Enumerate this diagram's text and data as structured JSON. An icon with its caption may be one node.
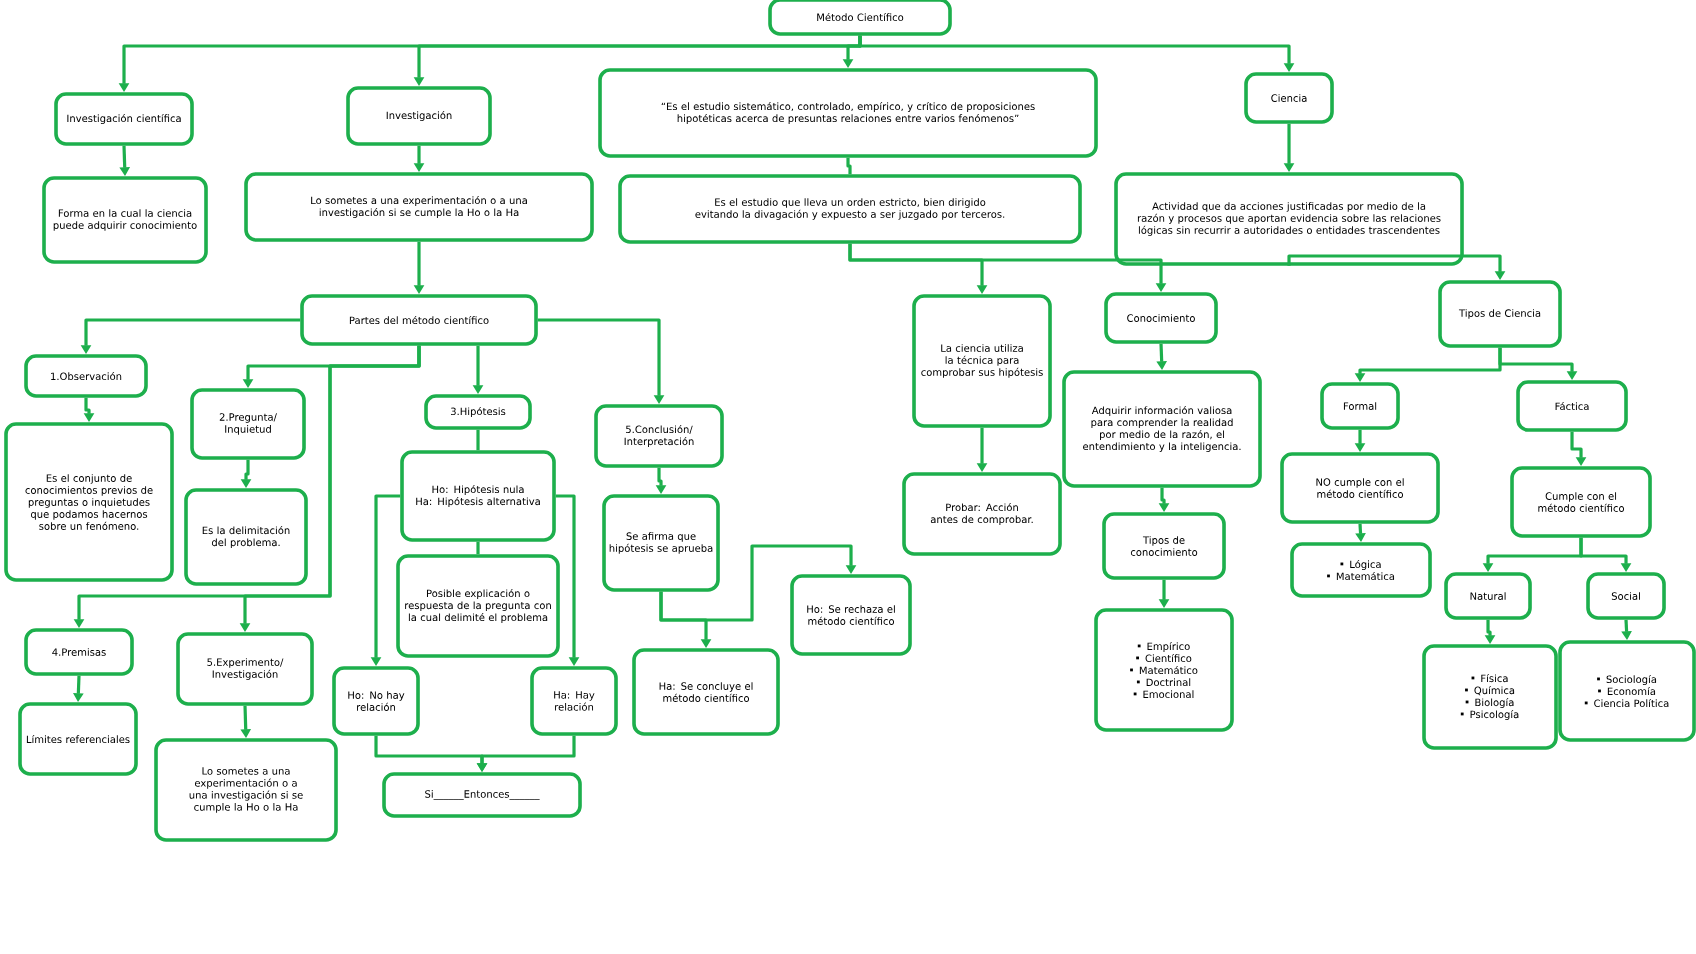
{
  "diagram": {
    "nodes": [
      {
        "text": [
          "Método Científico"
        ]
      },
      {
        "text": [
          "Investigación científica"
        ]
      },
      {
        "text": [
          "Forma en la cual la ciencia puede adquirir conocimiento"
        ]
      },
      {
        "text": [
          "Investigación"
        ]
      },
      {
        "text": [
          "Lo sometes a una experimentación o a una investigación si se cumple la Ho o la Ha"
        ]
      },
      {
        "text": [
          "“Es el estudio sistemático, controlado, empírico, y crítico de proposiciones hipotéticas acerca de presuntas relaciones entre varios fenómenos”"
        ]
      },
      {
        "text": [
          "Es el estudio que lleva un orden estricto, bien dirigido evitando la divagación y expuesto a ser juzgado por terceros."
        ]
      },
      {
        "text": [
          "Ciencia"
        ]
      },
      {
        "text": [
          "Actividad que da acciones justificadas por medio de la razón y procesos que aportan evidencia sobre las relaciones lógicas sin recurrir a autoridades o entidades trascendentes"
        ]
      },
      {
        "text": [
          "Partes del método científico"
        ]
      },
      {
        "text": [
          "La ciencia utiliza la técnica para comprobar sus hipótesis"
        ]
      },
      {
        "text": [
          "Probar: Acción antes de comprobar."
        ]
      },
      {
        "text": [
          "Conocimiento"
        ]
      },
      {
        "text": [
          "Adquirir información valiosa para comprender la realidad por medio de la razón, el entendimiento y la inteligencia."
        ]
      },
      {
        "text": [
          "Tipos de conocimiento"
        ]
      },
      {
        "text": [
          "Empírico",
          "Científico",
          "Matemático",
          "Doctrinal",
          "Emocional"
        ]
      },
      {
        "text": [
          "Tipos de Ciencia"
        ]
      },
      {
        "text": [
          "Formal"
        ]
      },
      {
        "text": [
          "Fáctica"
        ]
      },
      {
        "text": [
          "NO cumple con el método científico"
        ]
      },
      {
        "text": [
          "Lógica",
          "Matemática"
        ]
      },
      {
        "text": [
          "Cumple con el método científico"
        ]
      },
      {
        "text": [
          "Natural"
        ]
      },
      {
        "text": [
          "Social"
        ]
      },
      {
        "text": [
          "Física",
          "Química",
          "Biología",
          "Psicología"
        ]
      },
      {
        "text": [
          "Sociología",
          "Economía",
          "Ciencia Política"
        ]
      },
      {
        "text": [
          "1.Observación"
        ]
      },
      {
        "text": [
          "Es el conjunto de conocimientos previos de preguntas o inquietudes que podamos hacernos sobre un fenómeno."
        ]
      },
      {
        "text": [
          "2.Pregunta/ Inquietud"
        ]
      },
      {
        "text": [
          "Es la delimitación del problema."
        ]
      },
      {
        "text": [
          "3.Hipótesis"
        ]
      },
      {
        "text": [
          "Ho: Hipótesis nula",
          "Ha: Hipótesis alternativa"
        ]
      },
      {
        "text": [
          "Posible explicación o respuesta de la pregunta con la cual delimité el problema"
        ]
      },
      {
        "text": [
          "5.Conclusión/ Interpretación"
        ]
      },
      {
        "text": [
          "Se afirma que hipótesis se aprueba"
        ]
      },
      {
        "text": [
          "Ho: Se rechaza el método científico"
        ]
      },
      {
        "text": [
          "Ha: Se concluye el método científico"
        ]
      },
      {
        "text": [
          "4.Premisas"
        ]
      },
      {
        "text": [
          "Límites referenciales"
        ]
      },
      {
        "text": [
          "5.Experimento/ Investigación"
        ]
      },
      {
        "text": [
          "Lo sometes a una experimentación o a una investigación si se cumple la Ho o la Ha"
        ]
      },
      {
        "text": [
          "Ho: No hay relación"
        ]
      },
      {
        "text": [
          "Ha: Hay relación"
        ]
      },
      {
        "text": [
          "Si______Entonces______"
        ]
      }
    ],
    "edges": [
      {
        "from": 0,
        "to": 1,
        "arrow": "to"
      },
      {
        "from": 0,
        "to": 3,
        "arrow": "to"
      },
      {
        "from": 0,
        "to": 5,
        "arrow": "to"
      },
      {
        "from": 0,
        "to": 7,
        "arrow": "to"
      },
      {
        "from": 1,
        "to": 2,
        "arrow": "to"
      },
      {
        "from": 3,
        "to": 4,
        "arrow": "to"
      },
      {
        "from": 5,
        "to": 6,
        "arrow": "none"
      },
      {
        "from": 7,
        "to": 8,
        "arrow": "to"
      },
      {
        "from": 4,
        "to": 9,
        "arrow": "to"
      },
      {
        "from": 6,
        "to": 10,
        "arrow": "to"
      },
      {
        "from": 6,
        "to": 12,
        "arrow": "to"
      },
      {
        "from": 8,
        "to": 16,
        "arrow": "to"
      },
      {
        "from": 9,
        "to": 26,
        "arrow": "to"
      },
      {
        "from": 9,
        "to": 28,
        "arrow": "to"
      },
      {
        "from": 9,
        "to": 30,
        "arrow": "to"
      },
      {
        "from": 9,
        "to": 33,
        "arrow": "to"
      },
      {
        "from": 9,
        "to": 37,
        "arrow": "to"
      },
      {
        "from": 9,
        "to": 39,
        "arrow": "to"
      },
      {
        "from": 26,
        "to": 27,
        "arrow": "to"
      },
      {
        "from": 28,
        "to": 29,
        "arrow": "to"
      },
      {
        "from": 30,
        "to": 31,
        "arrow": "none"
      },
      {
        "from": 31,
        "to": 32,
        "arrow": "none"
      },
      {
        "from": 31,
        "to": 41,
        "arrow": "to"
      },
      {
        "from": 31,
        "to": 42,
        "arrow": "to"
      },
      {
        "from": 41,
        "to": 43,
        "arrow": "to"
      },
      {
        "from": 42,
        "to": 43,
        "arrow": "to"
      },
      {
        "from": 33,
        "to": 34,
        "arrow": "to"
      },
      {
        "from": 34,
        "to": 36,
        "arrow": "to"
      },
      {
        "from": 34,
        "to": 35,
        "arrow": "to"
      },
      {
        "from": 37,
        "to": 38,
        "arrow": "to"
      },
      {
        "from": 39,
        "to": 40,
        "arrow": "to"
      },
      {
        "from": 10,
        "to": 11,
        "arrow": "to"
      },
      {
        "from": 12,
        "to": 13,
        "arrow": "to"
      },
      {
        "from": 13,
        "to": 14,
        "arrow": "to"
      },
      {
        "from": 14,
        "to": 15,
        "arrow": "to"
      },
      {
        "from": 16,
        "to": 17,
        "arrow": "to"
      },
      {
        "from": 16,
        "to": 18,
        "arrow": "to"
      },
      {
        "from": 17,
        "to": 19,
        "arrow": "to"
      },
      {
        "from": 19,
        "to": 20,
        "arrow": "to"
      },
      {
        "from": 18,
        "to": 21,
        "arrow": "to"
      },
      {
        "from": 21,
        "to": 22,
        "arrow": "to"
      },
      {
        "from": 21,
        "to": 23,
        "arrow": "to"
      },
      {
        "from": 22,
        "to": 24,
        "arrow": "to"
      },
      {
        "from": 23,
        "to": 25,
        "arrow": "to"
      }
    ]
  }
}
